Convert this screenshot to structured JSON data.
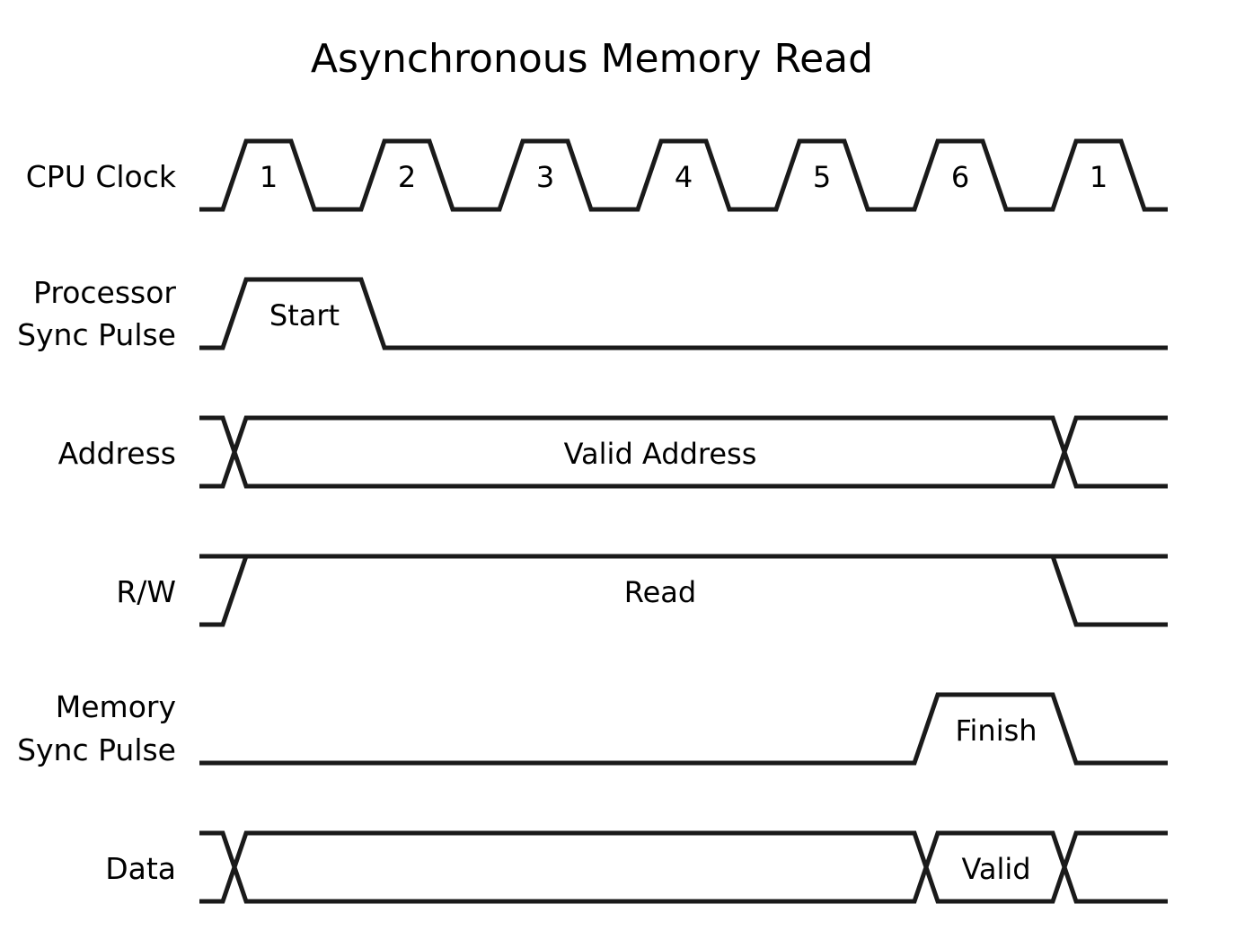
{
  "title": "Asynchronous Memory Read",
  "signals": [
    {
      "id": "cpu-clock",
      "label_lines": [
        "CPU Clock"
      ],
      "cycle_labels": [
        "1",
        "2",
        "3",
        "4",
        "5",
        "6",
        "1"
      ]
    },
    {
      "id": "processor-sync-pulse",
      "label_lines": [
        "Processor",
        "Sync Pulse"
      ],
      "pulse_label": "Start"
    },
    {
      "id": "address",
      "label_lines": [
        "Address"
      ],
      "bus_label": "Valid Address"
    },
    {
      "id": "rw",
      "label_lines": [
        "R/W"
      ],
      "state_label": "Read"
    },
    {
      "id": "memory-sync-pulse",
      "label_lines": [
        "Memory",
        "Sync Pulse"
      ],
      "pulse_label": "Finish"
    },
    {
      "id": "data",
      "label_lines": [
        "Data"
      ],
      "bus_label": "Valid"
    }
  ]
}
